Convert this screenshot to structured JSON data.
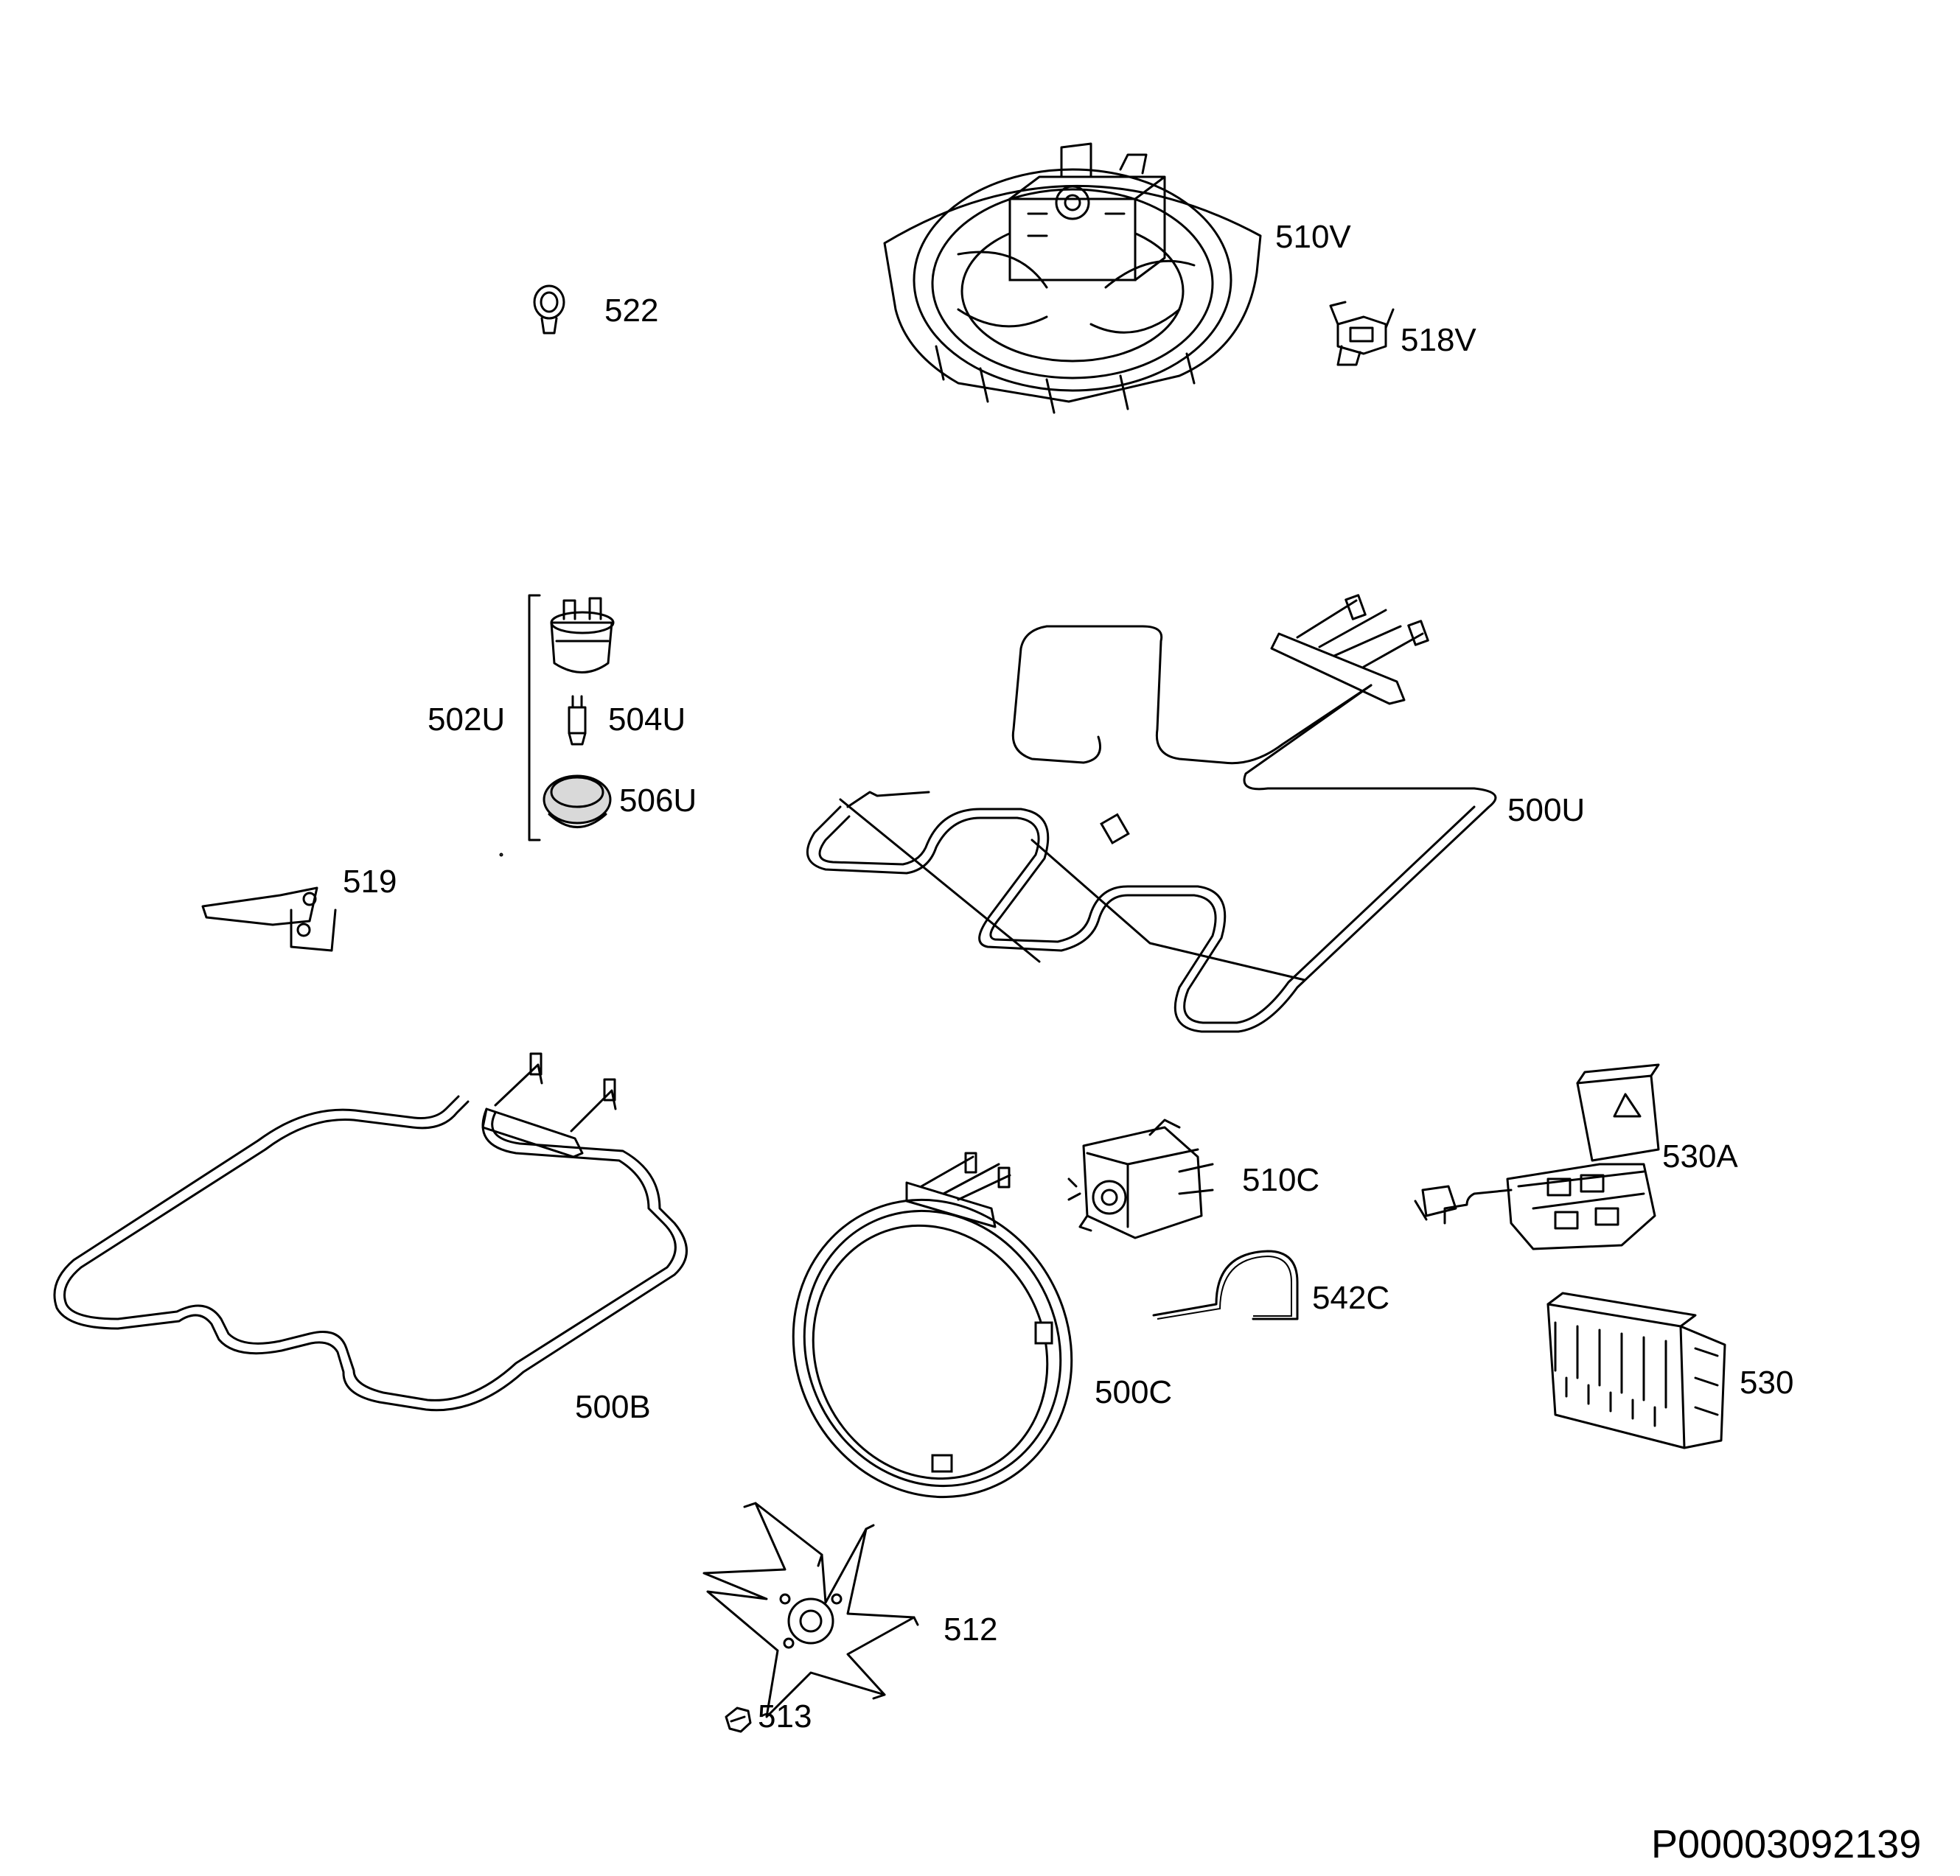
{
  "labels": {
    "p522": "522",
    "p510V": "510V",
    "p518V": "518V",
    "p502U": "502U",
    "p504U": "504U",
    "p506U": "506U",
    "p500U": "500U",
    "p519": "519",
    "p510C": "510C",
    "p530A": "530A",
    "p542C": "542C",
    "p500B": "500B",
    "p500C": "500C",
    "p530": "530",
    "p512": "512",
    "p513": "513"
  },
  "drawing_code": "P00003092139"
}
